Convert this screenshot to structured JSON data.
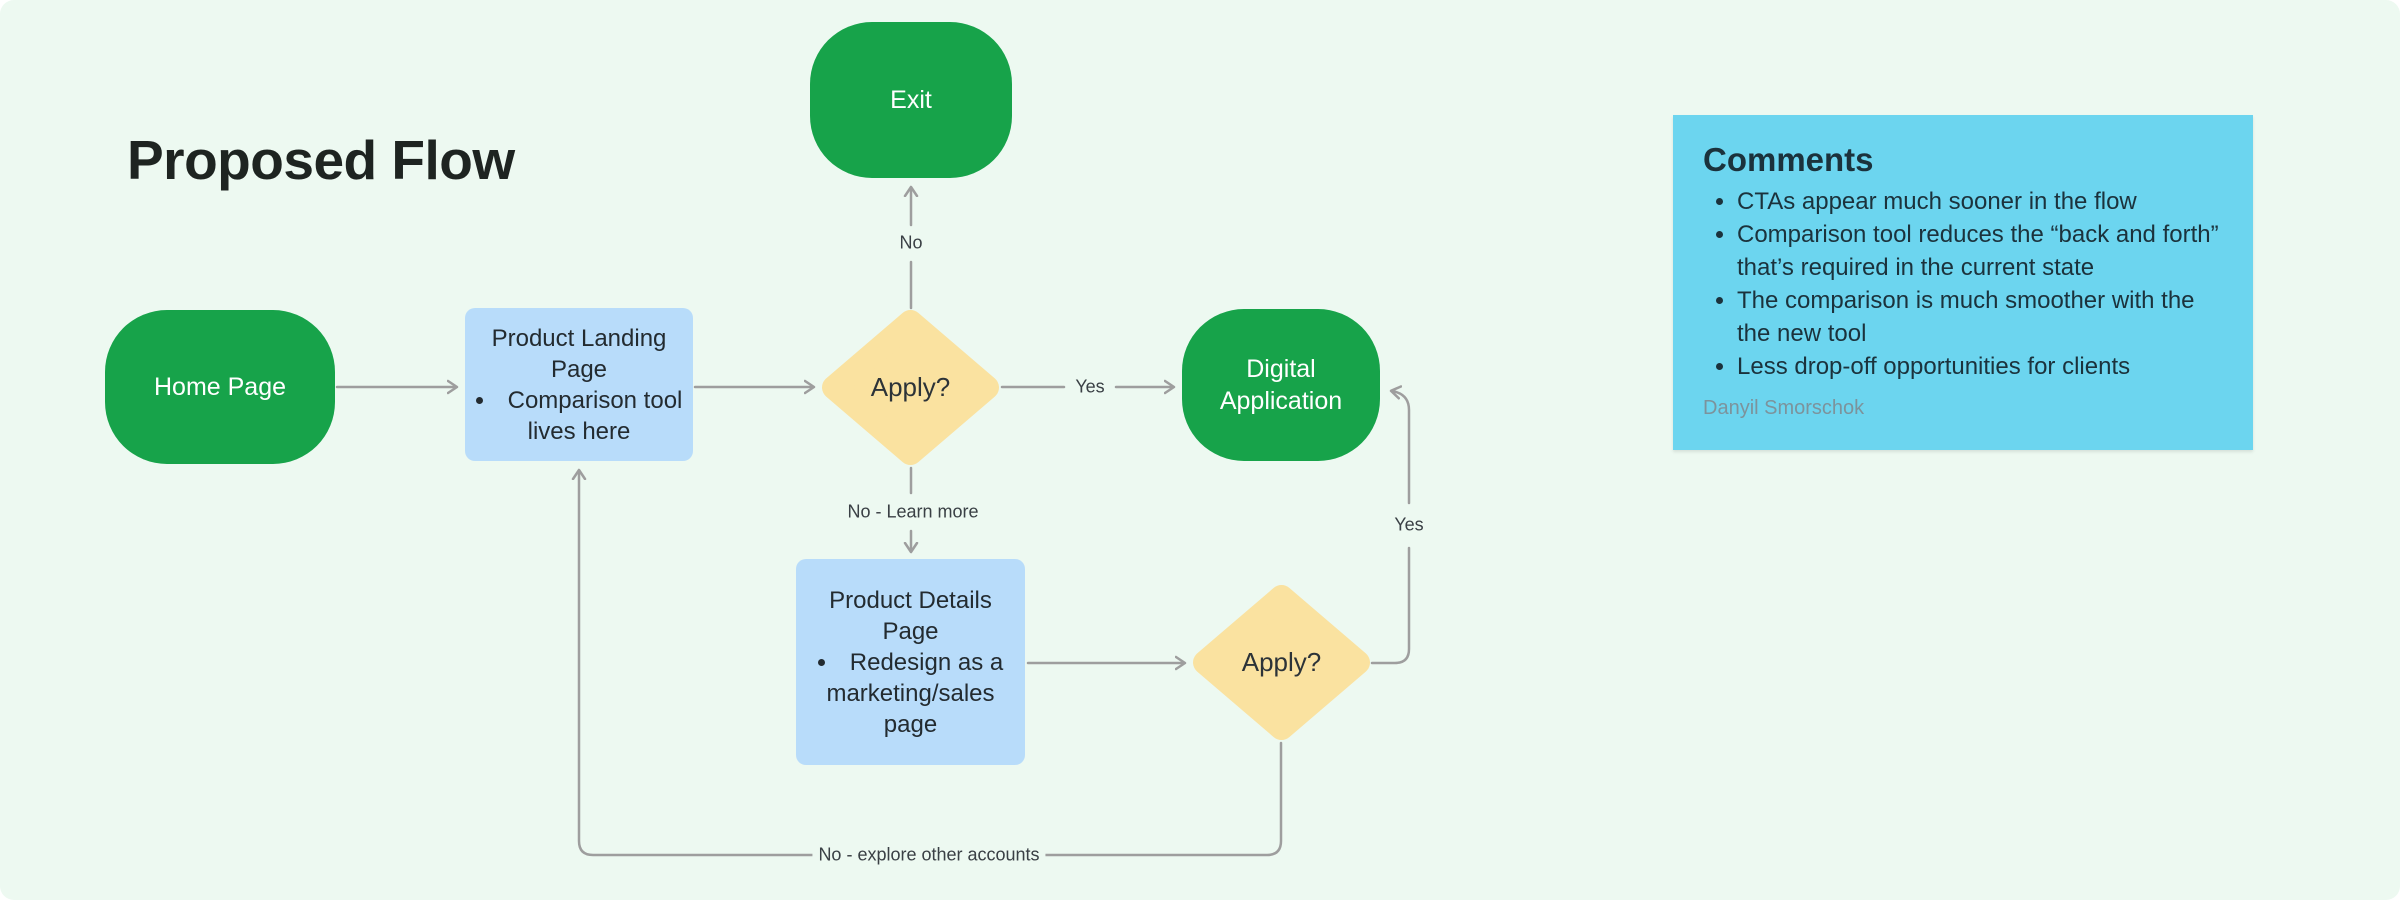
{
  "title": "Proposed Flow",
  "nodes": {
    "home": {
      "label": "Home Page"
    },
    "exit": {
      "label": "Exit"
    },
    "digital_application": {
      "label": "Digital Application"
    },
    "apply_decision_1": {
      "label": "Apply?"
    },
    "apply_decision_2": {
      "label": "Apply?"
    },
    "product_landing": {
      "title": "Product Landing Page",
      "bullet": "Comparison tool lives here"
    },
    "product_details": {
      "title": "Product Details Page",
      "bullet": "Redesign as a marketing/sales page"
    }
  },
  "edge_labels": {
    "apply1_to_exit": "No",
    "apply1_to_digital": "Yes",
    "apply1_to_details": "No - Learn more",
    "apply2_to_digital": "Yes",
    "apply2_to_landing": "No - explore other accounts"
  },
  "comments": {
    "title": "Comments",
    "items": [
      "CTAs appear much sooner in the flow",
      "Comparison tool reduces the “back and forth” that’s required in the current state",
      "The comparison is much smoother with the the new tool",
      "Less drop-off opportunities for clients"
    ],
    "author": "Danyil Smorschok"
  },
  "colors": {
    "background": "#edf9f1",
    "green_node": "#17a34a",
    "blue_node": "#b8dcfa",
    "decision_diamond": "#fae2a0",
    "comments_box": "#6cd5ef",
    "connector": "#9e9e9e"
  }
}
